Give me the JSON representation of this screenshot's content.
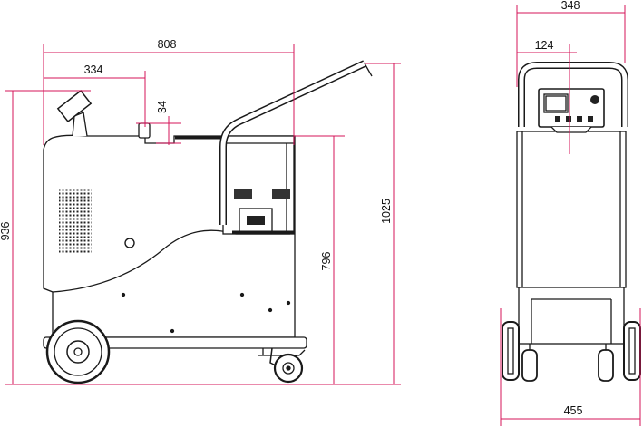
{
  "dimensions": {
    "side_overall_length": "808",
    "side_control_offset": "334",
    "side_control_height": "34",
    "side_body_height": "936",
    "side_handle_height": "1025",
    "side_platform_height": "796",
    "front_overall_width": "348",
    "front_panel_width": "124",
    "front_wheelbase": "455"
  },
  "colors": {
    "dimension_line": "#d4145a",
    "outline": "#1a1a1a",
    "fill": "#ffffff"
  }
}
